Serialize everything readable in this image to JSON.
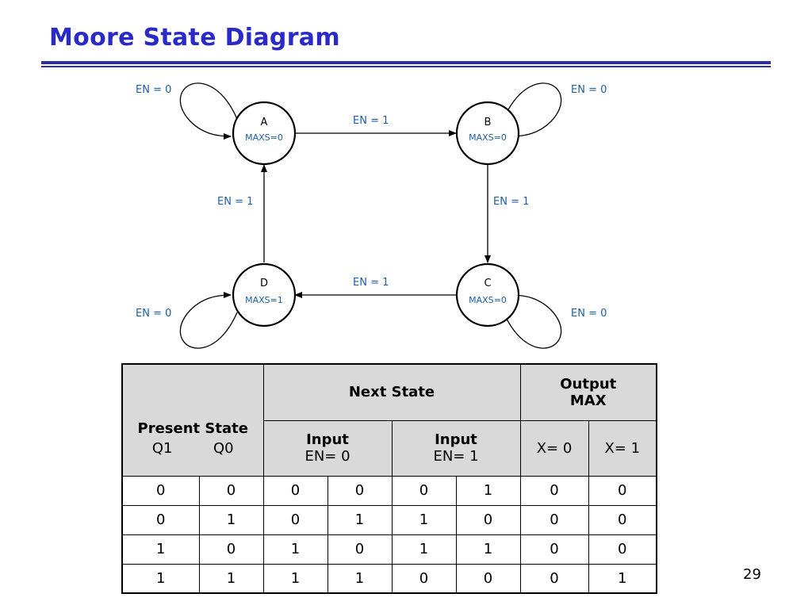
{
  "title": "Moore State Diagram",
  "page_number": "29",
  "colors": {
    "title": "#2a2ac8",
    "rule": "#2e2ea0",
    "edge_label": "#1f5fa8",
    "header_fill": "#d9d9d9"
  },
  "diagram": {
    "states": [
      {
        "id": "A",
        "name": "A",
        "output": "MAXS=0"
      },
      {
        "id": "B",
        "name": "B",
        "output": "MAXS=0"
      },
      {
        "id": "C",
        "name": "C",
        "output": "MAXS=0"
      },
      {
        "id": "D",
        "name": "D",
        "output": "MAXS=1"
      }
    ],
    "transitions": [
      {
        "from": "A",
        "to": "A",
        "label": "EN = 0"
      },
      {
        "from": "A",
        "to": "B",
        "label": "EN = 1"
      },
      {
        "from": "B",
        "to": "B",
        "label": "EN = 0"
      },
      {
        "from": "B",
        "to": "C",
        "label": "EN = 1"
      },
      {
        "from": "C",
        "to": "C",
        "label": "EN = 0"
      },
      {
        "from": "C",
        "to": "D",
        "label": "EN = 1"
      },
      {
        "from": "D",
        "to": "D",
        "label": "EN = 0"
      },
      {
        "from": "D",
        "to": "A",
        "label": "EN = 1"
      }
    ]
  },
  "table": {
    "present_state": "Present State",
    "q1": "Q1",
    "q0": "Q0",
    "next_state": "Next State",
    "output_line1": "Output",
    "output_line2": "MAX",
    "input_label": "Input",
    "en0": "EN= 0",
    "en1": "EN= 1",
    "x0": "X= 0",
    "x1": "X= 1",
    "rows": [
      [
        "0",
        "0",
        "0",
        "0",
        "0",
        "1",
        "0",
        "0"
      ],
      [
        "0",
        "1",
        "0",
        "1",
        "1",
        "0",
        "0",
        "0"
      ],
      [
        "1",
        "0",
        "1",
        "0",
        "1",
        "1",
        "0",
        "0"
      ],
      [
        "1",
        "1",
        "1",
        "1",
        "0",
        "0",
        "0",
        "1"
      ]
    ]
  }
}
